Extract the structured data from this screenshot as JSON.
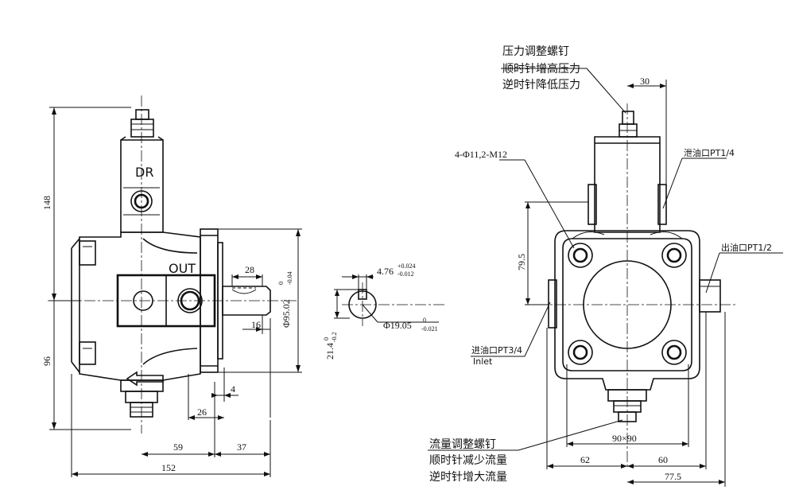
{
  "side_view": {
    "port_drain_label": "DR",
    "port_out_label": "OUT",
    "dims": {
      "overall_height": "148",
      "lower_height": "96",
      "key_len": "28",
      "key_offset": "16",
      "flange_dia": "Φ95.02",
      "flange_dia_tol_upper": "0",
      "flange_dia_tol_lower": "-0.04",
      "flange_thick": "4",
      "shaft_len": "26",
      "len_59": "59",
      "len_37": "37",
      "overall_len": "152"
    }
  },
  "shaft_section": {
    "key_width": "4.76",
    "key_width_tol_upper": "+0.024",
    "key_width_tol_lower": "-0.012",
    "shaft_dia": "Φ19.05",
    "shaft_dia_tol_upper": "0",
    "shaft_dia_tol_lower": "-0.021",
    "key_height": "21.4",
    "key_height_tol_upper": "0",
    "key_height_tol_lower": "-0.2"
  },
  "front_view": {
    "notes": {
      "pressure_screw": [
        "压力调整螺钉",
        "顺时针增高压力",
        "逆时针降低压力"
      ],
      "flow_screw": [
        "流量调整螺钉",
        "顺时针减少流量",
        "逆时针增大流量"
      ],
      "mount_holes": "4-Φ11,2-M12",
      "drain_port": "泄油口PT1/4",
      "outlet_port": "出油口PT1/2",
      "inlet_port": "进油口PT3/4",
      "inlet_port_en": "Inlet"
    },
    "dims": {
      "screw_offset": "30",
      "height_79_5": "79.5",
      "square": "90×90",
      "left_62": "62",
      "right_60": "60",
      "right_77_5": "77.5"
    }
  }
}
